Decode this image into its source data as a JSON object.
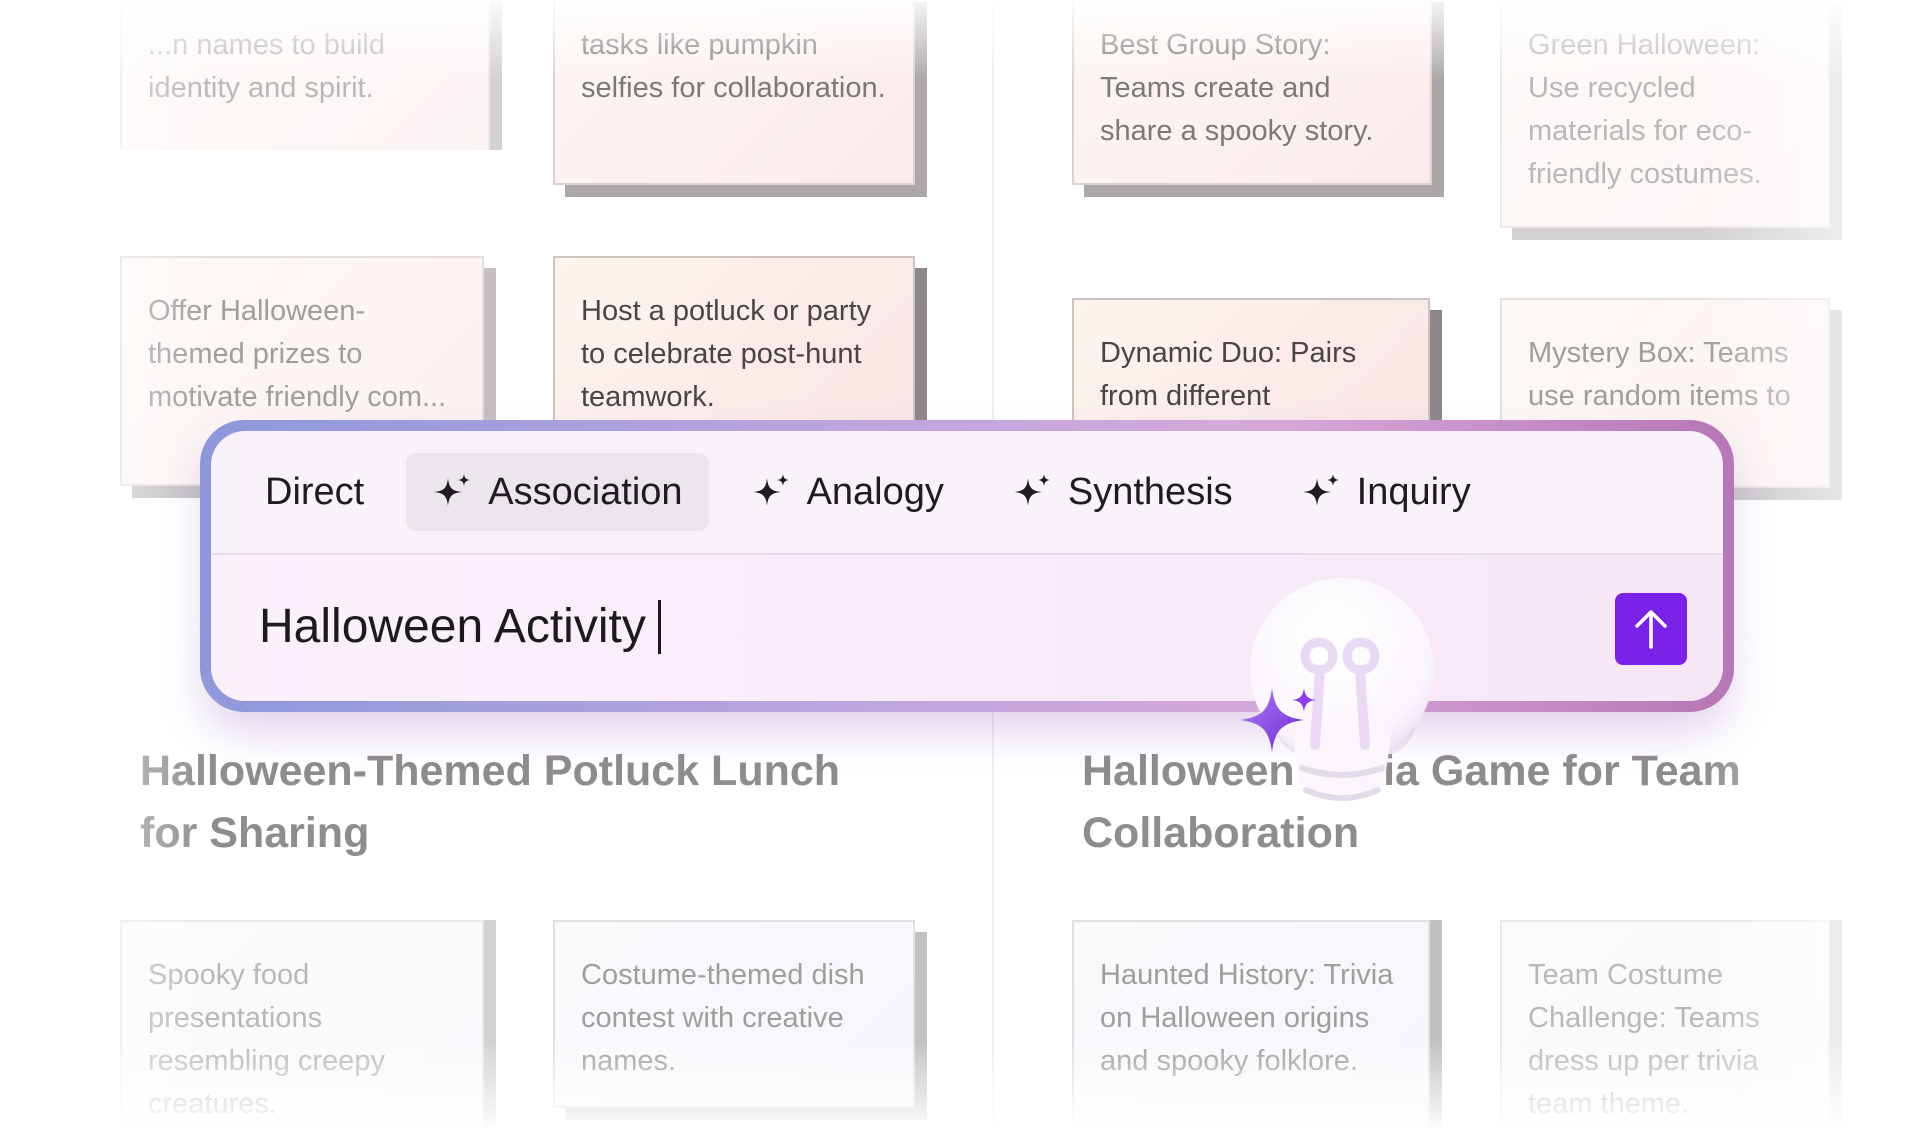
{
  "background": {
    "cards": [
      {
        "id": "c1",
        "text": "...n names to build identity and spirit."
      },
      {
        "id": "c2",
        "text": "tasks like pumpkin selfies for collaboration."
      },
      {
        "id": "c3",
        "text": "Best Group Story: Teams create and share a spooky story."
      },
      {
        "id": "c4",
        "text": "Green Halloween: Use recycled materials for eco-friendly costumes."
      },
      {
        "id": "c5",
        "text": "Offer Halloween-themed prizes to motivate friendly com..."
      },
      {
        "id": "c6",
        "text": "Host a potluck or party to celebrate post-hunt teamwork."
      },
      {
        "id": "c7",
        "text": "Dynamic Duo: Pairs from different"
      },
      {
        "id": "c8",
        "text": "Mystery Box: Teams use random items to ...es."
      },
      {
        "id": "c9",
        "text": "Spooky food presentations resembling creepy creatures."
      },
      {
        "id": "c10",
        "text": "Costume-themed dish contest with creative names."
      },
      {
        "id": "c11",
        "text": "Haunted History: Trivia on Halloween origins and spooky folklore."
      },
      {
        "id": "c12",
        "text": "Team Costume Challenge: Teams dress up per trivia team theme."
      }
    ],
    "headings": {
      "left": "Halloween-Themed Potluck Lunch for Sharing",
      "right": "Halloween Trivia Game for Team Collaboration"
    }
  },
  "prompt_panel": {
    "tabs": [
      {
        "label": "Direct",
        "active": false,
        "icon": null
      },
      {
        "label": "Association",
        "active": true,
        "icon": "sparkle-icon"
      },
      {
        "label": "Analogy",
        "active": false,
        "icon": "sparkle-icon"
      },
      {
        "label": "Synthesis",
        "active": false,
        "icon": "sparkle-icon"
      },
      {
        "label": "Inquiry",
        "active": false,
        "icon": "sparkle-icon"
      }
    ],
    "input": {
      "value": "Halloween Activity"
    },
    "send_icon": "arrow-up-icon",
    "mascot_icon": "lightbulb-icon"
  },
  "colors": {
    "accent": "#7b22e8",
    "panel_border_start": "#8d98db",
    "panel_border_end": "#b776b6",
    "card_fill": "#f9e4e4",
    "card_shadow": "#8d8789"
  }
}
